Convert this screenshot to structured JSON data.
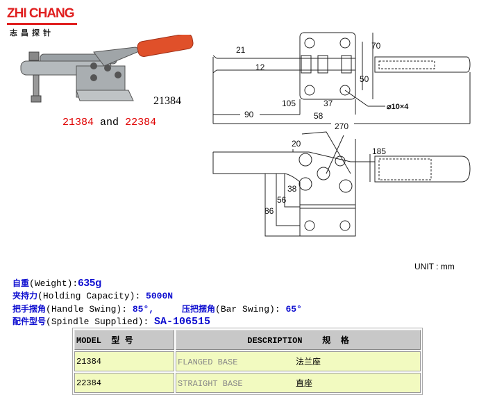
{
  "logo": {
    "en": "ZHI CHANG",
    "cn": "志昌探针"
  },
  "photo": {
    "model_label": "21384"
  },
  "caption": {
    "model_a": "21384",
    "and": "and",
    "model_b": "22384"
  },
  "drawing": {
    "dims": {
      "d21": "21",
      "d12": "12",
      "d70": "70",
      "d50": "50",
      "d105": "105",
      "d37": "37",
      "hole": "⌀10×4",
      "d90": "90",
      "d58": "58",
      "d270": "270",
      "d20": "20",
      "d185": "185",
      "d38": "38",
      "d56": "56",
      "d86": "86"
    },
    "unit": "UNIT : mm"
  },
  "specs": {
    "weight": {
      "cn": "自重",
      "en": "(Weight):",
      "value": "635g"
    },
    "holding": {
      "cn": "夹持力",
      "en": "(Holding Capacity): ",
      "value": "5000N"
    },
    "handle_swing": {
      "cn": "把手摆角",
      "en": "(Handle Swing): ",
      "value": "85°,"
    },
    "bar_swing": {
      "cn": "压把摆角",
      "en": "(Bar Swing): ",
      "value": "65°"
    },
    "spindle": {
      "cn": "配件型号",
      "en": "(Spindle Supplied): ",
      "value": "SA-106515"
    }
  },
  "table": {
    "headers": [
      "MODEL  型 号",
      "DESCRIPTION    规  格"
    ],
    "rows": [
      {
        "model": "21384",
        "desc": "FLANGED BASE",
        "desc_cn": "法兰座"
      },
      {
        "model": "22384",
        "desc": "STRAIGHT BASE",
        "desc_cn": "直座"
      }
    ]
  },
  "colors": {
    "brand_red": "#e02020",
    "spec_blue": "#1010d0",
    "row_bg": "#f2fac0",
    "header_bg": "#c8c8c8",
    "handle_orange": "#e0502a"
  }
}
